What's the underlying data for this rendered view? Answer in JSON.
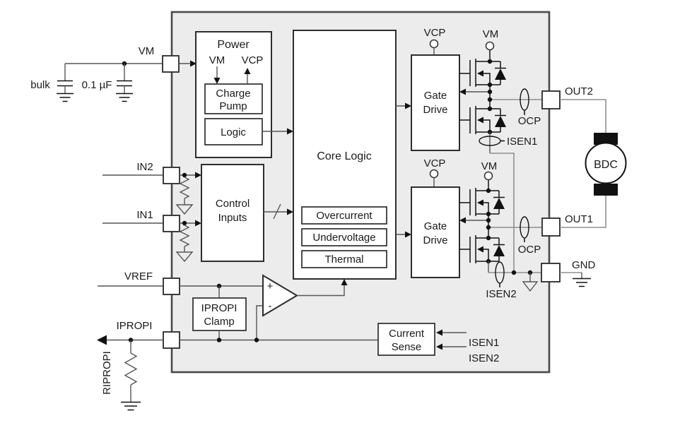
{
  "labels": {
    "bulk": "bulk",
    "cap_value": "0.1 µF",
    "vm": "VM",
    "vcp": "VCP",
    "in2": "IN2",
    "in1": "IN1",
    "vref": "VREF",
    "ipropi": "IPROPI",
    "ripropi": "RIPROPI",
    "out2": "OUT2",
    "out1": "OUT1",
    "gnd": "GND",
    "bdc": "BDC",
    "ocp": "OCP",
    "isen1": "ISEN1",
    "isen2": "ISEN2",
    "plus": "+",
    "minus": "-"
  },
  "blocks": {
    "power": "Power",
    "charge_pump": [
      "Charge",
      "Pump"
    ],
    "logic": "Logic",
    "core_logic": "Core Logic",
    "protections": [
      "Overcurrent",
      "Undervoltage",
      "Thermal"
    ],
    "control_inputs": [
      "Control",
      "Inputs"
    ],
    "gate_drive": [
      "Gate",
      "Drive"
    ],
    "ipropi_clamp": [
      "IPROPI",
      "Clamp"
    ],
    "current_sense": [
      "Current",
      "Sense"
    ]
  },
  "colors": {
    "chip_fill": "#ececec",
    "chip_stroke": "#4a4a4a",
    "wire": "#555555",
    "light_wire": "#8f8f8f",
    "symbol": "#111111"
  }
}
